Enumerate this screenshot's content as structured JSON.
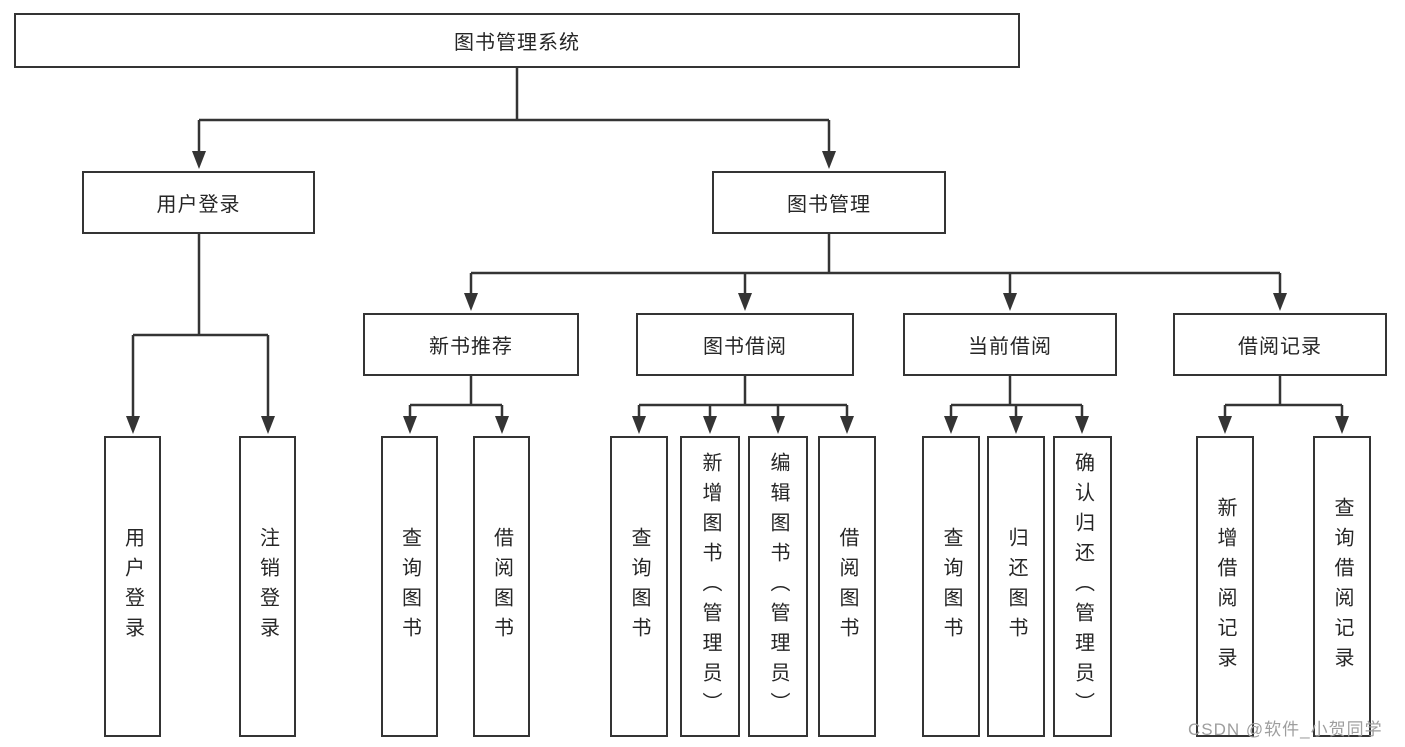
{
  "diagram": {
    "type": "hierarchy",
    "title": "图书管理系统",
    "nodes": {
      "root": {
        "label": "图书管理系统"
      },
      "user_login": {
        "label": "用户登录"
      },
      "book_mgmt": {
        "label": "图书管理"
      },
      "new_book_rec": {
        "label": "新书推荐"
      },
      "book_borrow": {
        "label": "图书借阅"
      },
      "current_borrow": {
        "label": "当前借阅"
      },
      "borrow_records": {
        "label": "借阅记录"
      },
      "leaf_user_login": {
        "label": "用户登录"
      },
      "leaf_logout": {
        "label": "注销登录"
      },
      "leaf_rec_query": {
        "label": "查询图书"
      },
      "leaf_rec_borrow": {
        "label": "借阅图书"
      },
      "leaf_bb_query": {
        "label": "查询图书"
      },
      "leaf_bb_add": {
        "label": "新增图书（管理员）"
      },
      "leaf_bb_edit": {
        "label": "编辑图书（管理员）"
      },
      "leaf_bb_borrow": {
        "label": "借阅图书"
      },
      "leaf_cb_query": {
        "label": "查询图书"
      },
      "leaf_cb_return": {
        "label": "归还图书"
      },
      "leaf_cb_confirm": {
        "label": "确认归还（管理员）"
      },
      "leaf_br_add": {
        "label": "新增借阅记录"
      },
      "leaf_br_query": {
        "label": "查询借阅记录"
      }
    },
    "edges": [
      [
        "root",
        "user_login"
      ],
      [
        "root",
        "book_mgmt"
      ],
      [
        "user_login",
        "leaf_user_login"
      ],
      [
        "user_login",
        "leaf_logout"
      ],
      [
        "book_mgmt",
        "new_book_rec"
      ],
      [
        "book_mgmt",
        "book_borrow"
      ],
      [
        "book_mgmt",
        "current_borrow"
      ],
      [
        "book_mgmt",
        "borrow_records"
      ],
      [
        "new_book_rec",
        "leaf_rec_query"
      ],
      [
        "new_book_rec",
        "leaf_rec_borrow"
      ],
      [
        "book_borrow",
        "leaf_bb_query"
      ],
      [
        "book_borrow",
        "leaf_bb_add"
      ],
      [
        "book_borrow",
        "leaf_bb_edit"
      ],
      [
        "book_borrow",
        "leaf_bb_borrow"
      ],
      [
        "current_borrow",
        "leaf_cb_query"
      ],
      [
        "current_borrow",
        "leaf_cb_return"
      ],
      [
        "current_borrow",
        "leaf_cb_confirm"
      ],
      [
        "borrow_records",
        "leaf_br_add"
      ],
      [
        "borrow_records",
        "leaf_br_query"
      ]
    ]
  },
  "watermark": {
    "text": "CSDN @软件_小贺同学"
  },
  "colors": {
    "background": "#ffffff",
    "line": "#343434",
    "box_border": "#343434",
    "text": "#262626",
    "watermark": "#9e9e9e"
  }
}
